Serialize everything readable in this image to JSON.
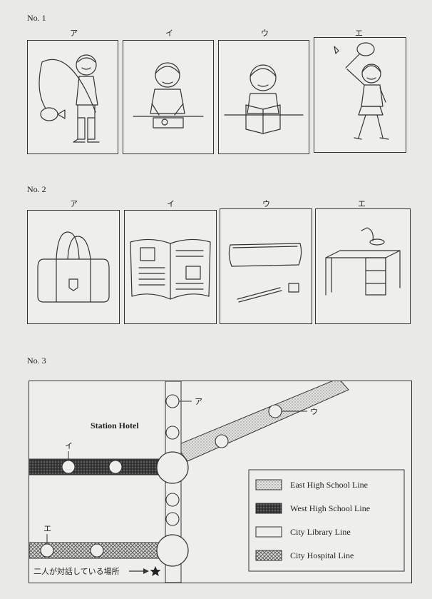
{
  "q1": {
    "label": "No. 1",
    "choices": [
      "ア",
      "イ",
      "ウ",
      "エ"
    ],
    "pictures": [
      "girl-fishing",
      "girl-cooking",
      "girl-reading",
      "girl-badminton"
    ]
  },
  "q2": {
    "label": "No. 2",
    "choices": [
      "ア",
      "イ",
      "ウ",
      "エ"
    ],
    "pictures": [
      "bag",
      "open-book",
      "pencil-case",
      "desk"
    ]
  },
  "q3": {
    "label": "No. 3",
    "map": {
      "station_hotel": "Station Hotel",
      "markers": [
        "ア",
        "イ",
        "ウ",
        "エ"
      ],
      "current_location": "二人が対話している場所",
      "legend": [
        {
          "label": "East High School Line",
          "pattern": "dots"
        },
        {
          "label": "West High School Line",
          "pattern": "dark"
        },
        {
          "label": "City Library Line",
          "pattern": "plain"
        },
        {
          "label": "City Hospital Line",
          "pattern": "cross"
        }
      ]
    }
  }
}
